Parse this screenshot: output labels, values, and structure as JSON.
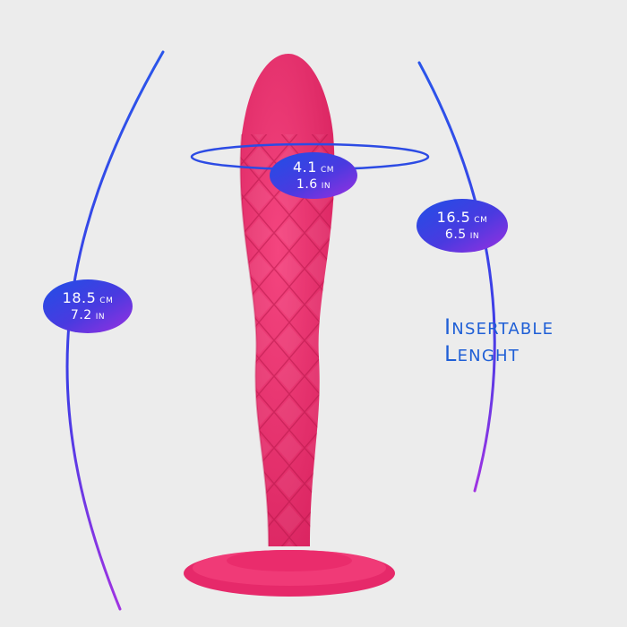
{
  "badges": {
    "girth": {
      "cm": "4.1",
      "cm_unit": "CM",
      "in": "1.6",
      "in_unit": "IN"
    },
    "total": {
      "cm": "18.5",
      "cm_unit": "CM",
      "in": "7.2",
      "in_unit": "IN"
    },
    "insertable": {
      "cm": "16.5",
      "cm_unit": "CM",
      "in": "6.5",
      "in_unit": "IN"
    }
  },
  "caption": {
    "line1_first": "I",
    "line1_rest": "NSERTABLE",
    "line2_first": "L",
    "line2_rest": "ENGHT"
  },
  "colors": {
    "background": "#ececec",
    "product": "#ee2f6e",
    "accent_blue": "#2450e8",
    "accent_purple": "#8a2be2",
    "caption": "#1f5fd6"
  }
}
